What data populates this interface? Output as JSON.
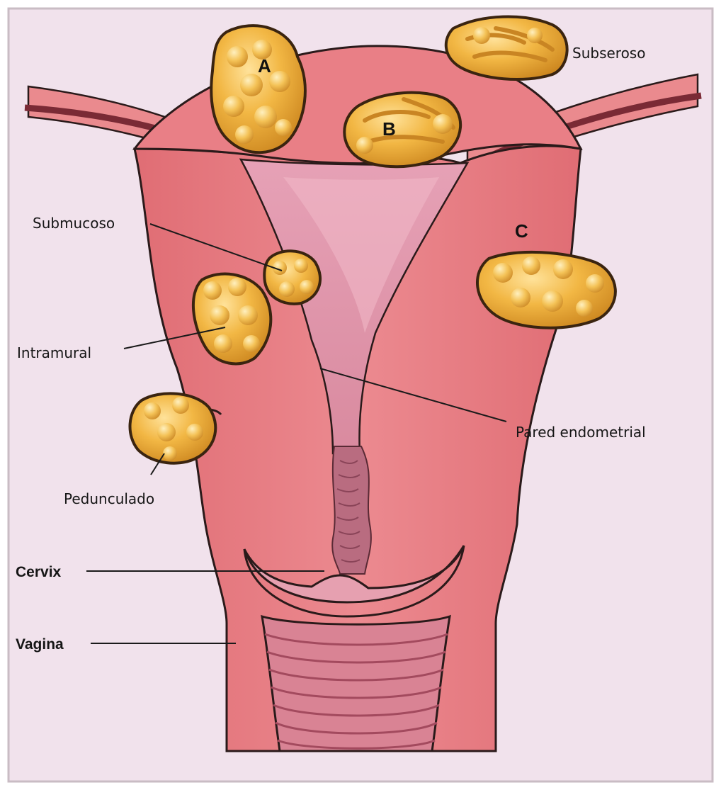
{
  "labels": {
    "subseroso": "Subseroso",
    "submucoso": "Submucoso",
    "intramural": "Intramural",
    "pared_endometrial": "Pared endometrial",
    "pedunculado": "Pedunculado",
    "cervix": "Cervix",
    "vagina": "Vagina"
  },
  "markers": {
    "a": "A",
    "b": "B",
    "c": "C"
  },
  "colors": {
    "background": "#f1e2ec",
    "uterine_wall": "#e77c82",
    "cavity": "#e9a3b6",
    "fibroid": "#e7ac36",
    "outline": "#2a1a1a"
  }
}
